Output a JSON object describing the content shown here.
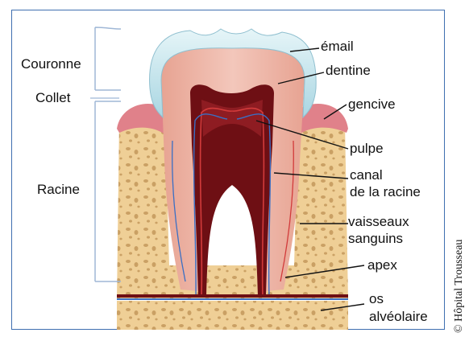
{
  "labels": {
    "couronne": "Couronne",
    "collet": "Collet",
    "racine": "Racine",
    "email": "émail",
    "dentine": "dentine",
    "gencive": "gencive",
    "pulpe": "pulpe",
    "canal_line1": "canal",
    "canal_line2": "de la racine",
    "vaisseaux_line1": "vaisseaux",
    "vaisseaux_line2": "sanguins",
    "apex": "apex",
    "os_line1": "os",
    "os_line2": "alvéolaire"
  },
  "copyright": "© Hôpital Trousseau",
  "colors": {
    "frame": "#3f6fb0",
    "enamel": "#bfe3ec",
    "dentin": "#e8b0a2",
    "pulp": "#6e0f14",
    "gum": "#e0818a",
    "bone": "#efcf96",
    "bone_spots": "#c99a5c",
    "vessel_red": "#d23b3b",
    "vessel_blue": "#3a6fc4",
    "bracket": "#9fb7d6"
  }
}
